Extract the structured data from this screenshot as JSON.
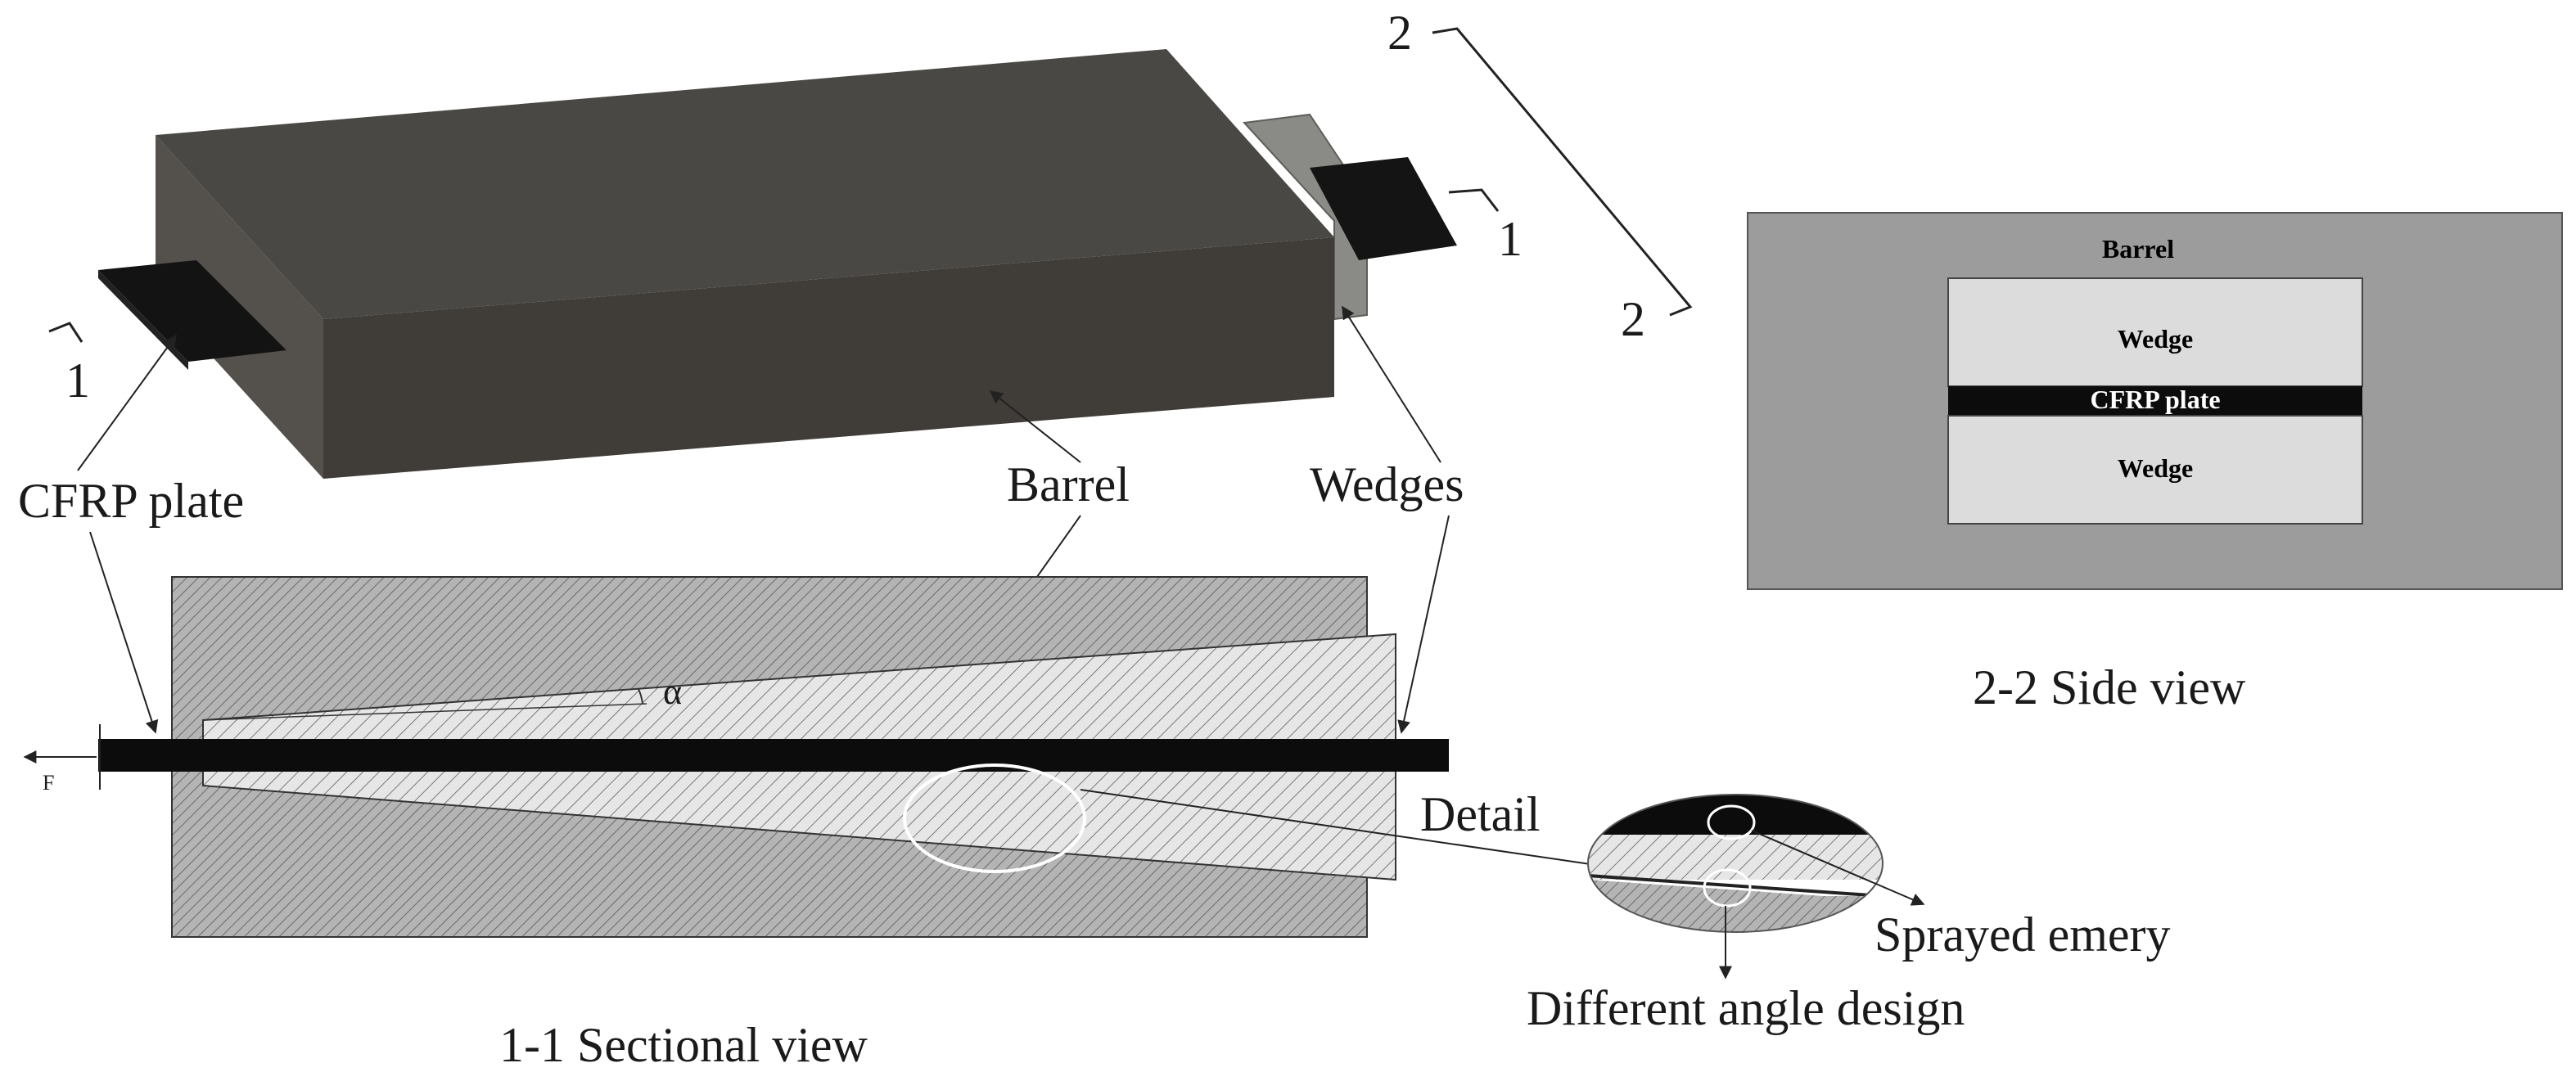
{
  "isometric": {
    "section_marks": [
      "1",
      "1",
      "2",
      "2"
    ]
  },
  "labels": {
    "cfrp_plate": "CFRP plate",
    "barrel": "Barrel",
    "wedges": "Wedges",
    "alpha": "α",
    "force": "F",
    "detail": "Detail",
    "sprayed_emery": "Sprayed emery",
    "angle_design": "Different angle design"
  },
  "side_view": {
    "barrel": "Barrel",
    "wedge_top": "Wedge",
    "plate": "CFRP plate",
    "wedge_bottom": "Wedge"
  },
  "captions": {
    "sectional": "1-1 Sectional view",
    "side": "2-2 Side view"
  },
  "colors": {
    "barrel_top": "#4a4844",
    "barrel_front": "#403c38",
    "barrel_side": "#54514d",
    "plate": "#111111",
    "side_barrel": "#9c9c9c",
    "side_wedge": "#dcdcdc"
  }
}
